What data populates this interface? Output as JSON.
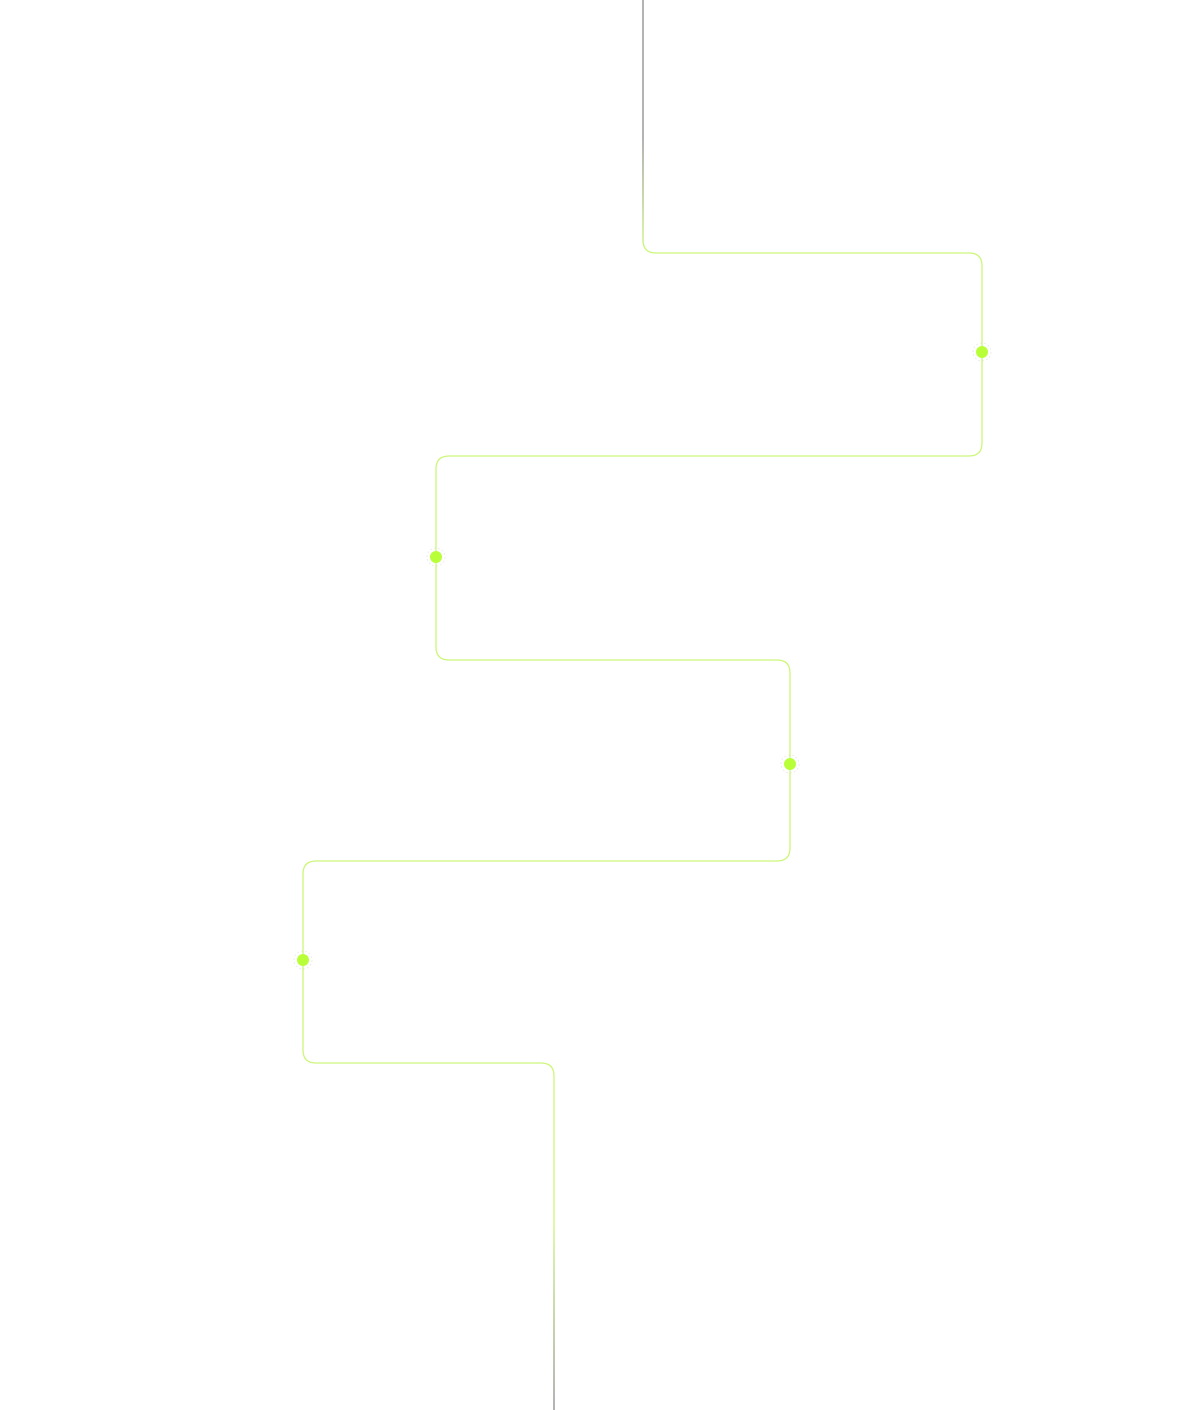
{
  "colors": {
    "background": "#ffffff",
    "path_accent": "#ccf77a",
    "path_neutral": "#8a8a8a",
    "dot_fill": "#b8ff3a",
    "dot_halo": "#c8c8c8"
  },
  "timeline": {
    "milestone_count": 4,
    "milestones": [
      {
        "id": "milestone-1",
        "icon": "dot-icon"
      },
      {
        "id": "milestone-2",
        "icon": "dot-icon"
      },
      {
        "id": "milestone-3",
        "icon": "dot-icon"
      },
      {
        "id": "milestone-4",
        "icon": "dot-icon"
      }
    ]
  }
}
